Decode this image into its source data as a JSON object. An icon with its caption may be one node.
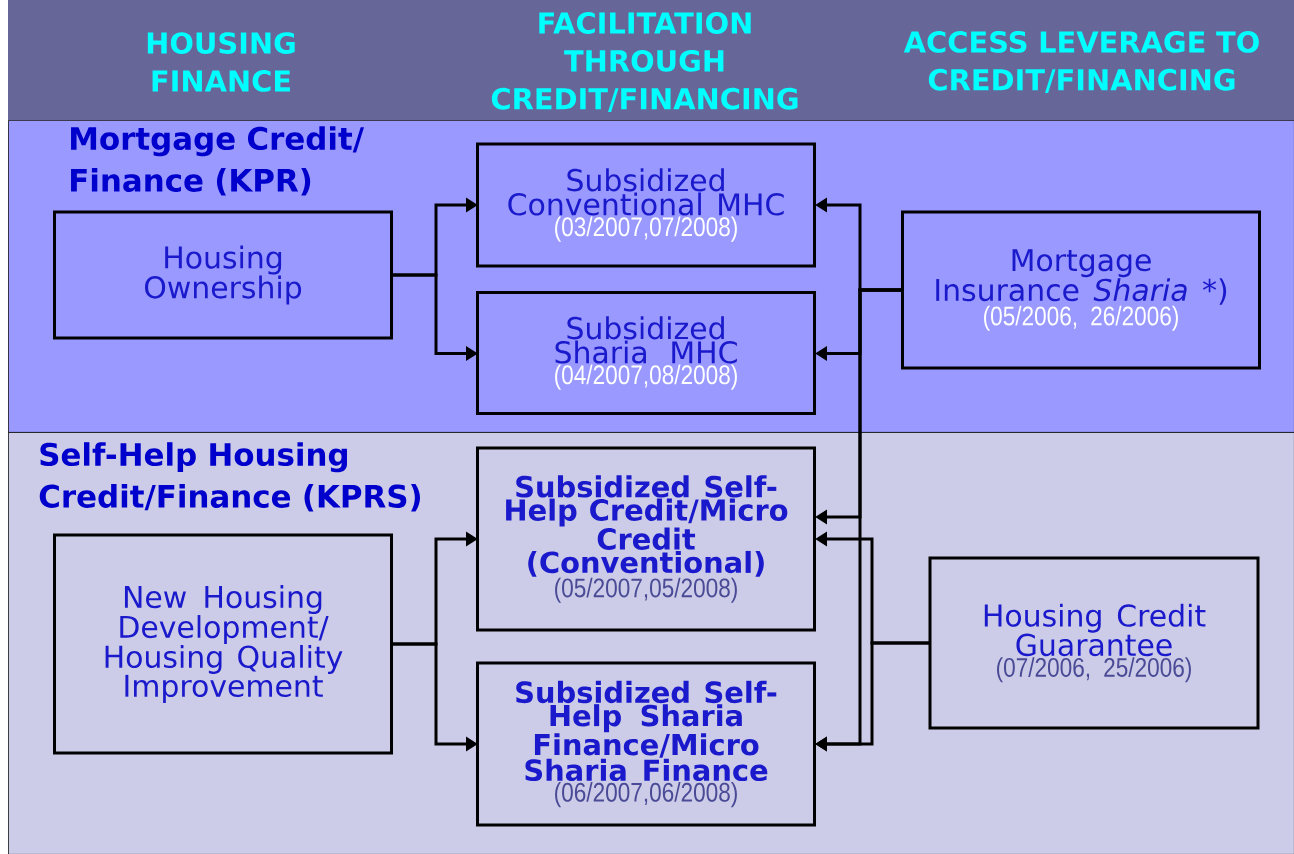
{
  "diagram": {
    "nodes": [
      {
        "text": [
          "Mortgage Credit/ Finance (KPR)"
        ]
      },
      {
        "text": [
          "Housing Ownership"
        ],
        "in": 0
      },
      {
        "text": [
          "Subsidized Conventional MHC",
          "(03/2007,07/2008)"
        ],
        "in": 0
      },
      {
        "text": [
          "Subsidized Sharia MHC",
          "(04/2007,08/2008)"
        ],
        "in": 0
      },
      {
        "text": [
          "Mortgage Insurance *Sharia* *)",
          "(05/2006, 26/2006)"
        ],
        "in": 0
      },
      {
        "text": [
          "Self-Help Housing Credit/Finance (KPRS)"
        ]
      },
      {
        "text": [
          "New Housing Development/ Housing Quality Improvement"
        ],
        "in": 5
      },
      {
        "text": [
          "Subsidized Self-Help Credit/Micro Credit (Conventional)",
          "(05/2007,05/2008)"
        ],
        "in": 5
      },
      {
        "text": [
          "Subsidized Self-Help Sharia Finance/Micro Sharia Finance",
          "(06/2007,06/2008)"
        ],
        "in": 5
      },
      {
        "text": [
          "Housing Credit Guarantee",
          "(07/2006, 25/2006)"
        ],
        "in": 5
      }
    ],
    "edges": [
      {
        "from": 1,
        "to": 2,
        "arrow": "to"
      },
      {
        "from": 1,
        "to": 3,
        "arrow": "to"
      },
      {
        "from": 4,
        "to": 2,
        "arrow": "to"
      },
      {
        "from": 4,
        "to": 3,
        "arrow": "to"
      },
      {
        "from": 4,
        "to": 7,
        "arrow": "to"
      },
      {
        "from": 4,
        "to": 8,
        "arrow": "to"
      },
      {
        "from": 6,
        "to": 7,
        "arrow": "to"
      },
      {
        "from": 6,
        "to": 8,
        "arrow": "to"
      },
      {
        "from": 9,
        "to": 7,
        "arrow": "to"
      },
      {
        "from": 9,
        "to": 8,
        "arrow": "to"
      }
    ],
    "labels": [
      "HOUSING FINANCE",
      "FACILITATION THROUGH CREDIT/FINANCING",
      "ACCESS LEVERAGE TO CREDIT/FINANCING"
    ]
  }
}
